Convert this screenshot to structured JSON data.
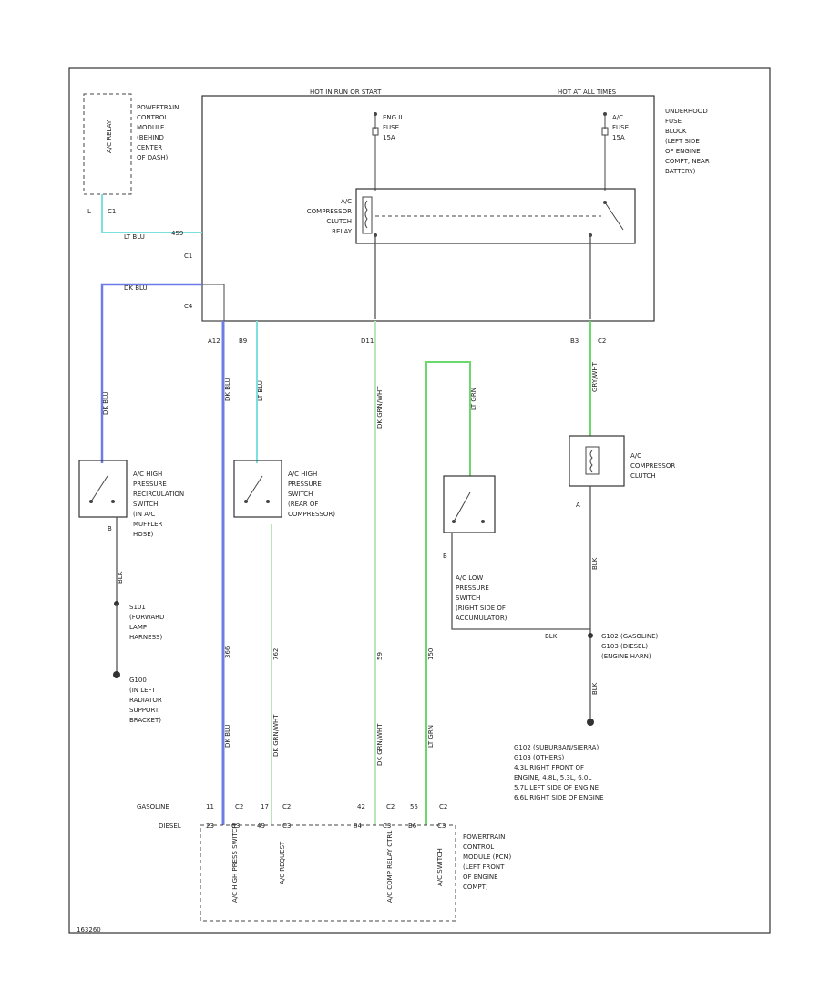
{
  "title": "",
  "colors": {
    "lt_blu": "#7de0e0",
    "dk_blu": "#6d7ce8",
    "dk_grn": "#b8e6b8",
    "lt_grn": "#6ad86a",
    "outline": "#333333"
  },
  "header": {
    "hot_run_start": "HOT IN RUN OR START",
    "hot_all_times": "HOT AT ALL TIMES"
  },
  "pcm_top_label": [
    "POWERTRAIN",
    "CONTROL",
    "MODULE",
    "(BEHIND",
    "CENTER",
    "OF DASH)"
  ],
  "pcm_top_vertical": "A/C RELAY",
  "underhood_fuse_block": [
    "UNDERHOOD",
    "FUSE",
    "BLOCK",
    "(LEFT SIDE",
    "OF ENGINE",
    "COMPT, NEAR",
    "BATTERY)"
  ],
  "fuses": {
    "left": [
      "ENG II",
      "FUSE",
      "15A"
    ],
    "right": [
      "A/C",
      "FUSE",
      "15A"
    ]
  },
  "relay_label": [
    "A/C",
    "COMPRESSOR",
    "CLUTCH",
    "RELAY"
  ],
  "connectors": {
    "top_l": "L",
    "top_c1": "C1",
    "c1": "C1",
    "c4": "C4",
    "a12": "A12",
    "b9": "B9",
    "d11": "D11",
    "b3": "B3",
    "c2": "C2"
  },
  "wires": {
    "lt_blu": "LT BLU",
    "dk_blu": "DK BLU",
    "dk_grn_wht": "DK GRN/WHT",
    "lt_grn": "LT GRN",
    "gry_wht": "GRY/WHT",
    "blk": "BLK",
    "wire_num_a": "459",
    "wire_num_b": "366",
    "wire_num_c": "762",
    "wire_num_d": "59",
    "wire_num_e": "150"
  },
  "switches": {
    "high_recirc": [
      "A/C HIGH",
      "PRESSURE",
      "RECIRCULATION",
      "SWITCH",
      "(IN A/C",
      "MUFFLER",
      "HOSE)"
    ],
    "high_pressure": [
      "A/C HIGH",
      "PRESSURE",
      "SWITCH",
      "(REAR OF",
      "COMPRESSOR)"
    ],
    "low_pressure": [
      "A/C LOW",
      "PRESSURE",
      "SWITCH",
      "(RIGHT SIDE OF",
      "ACCUMULATOR)"
    ],
    "clutch": [
      "A/C",
      "COMPRESSOR",
      "CLUTCH"
    ]
  },
  "splice_s101": [
    "S101",
    "(FORWARD",
    "LAMP",
    "HARNESS)"
  ],
  "ground_g100": [
    "G100",
    "(IN LEFT",
    "RADIATOR",
    "SUPPORT",
    "BRACKET)"
  ],
  "ground_g102": [
    "G102 (GASOLINE)",
    "G103 (DIESEL)",
    "(ENGINE HARN)"
  ],
  "ground_notes": [
    "G102 (SUBURBAN/SIERRA)",
    "G103 (OTHERS)",
    "4.3L RIGHT FRONT OF",
    "ENGINE, 4.8L, 5.3L, 6.0L",
    "5.7L LEFT SIDE OF ENGINE",
    "6.6L RIGHT SIDE OF ENGINE"
  ],
  "pcm_bottom": {
    "gasoline": "GASOLINE",
    "diesel": "DIESEL",
    "pins_top": [
      "11",
      "C2",
      "17",
      "C2",
      "42",
      "C2",
      "55",
      "C2"
    ],
    "pins_bottom": [
      "23",
      "C3",
      "49",
      "C3",
      "84",
      "C3",
      "B6",
      "C3"
    ],
    "circuits": [
      "A/C HIGH PRESS SWITCH",
      "A/C REQUEST",
      "A/C COMP RELAY CTRL",
      "A/C SWITCH"
    ],
    "label": [
      "POWERTRAIN",
      "CONTROL",
      "MODULE (PCM)",
      "(LEFT FRONT",
      "OF ENGINE",
      "COMPT)"
    ]
  },
  "terminals": {
    "a": "A",
    "b": "B"
  },
  "footer_code": "163260"
}
